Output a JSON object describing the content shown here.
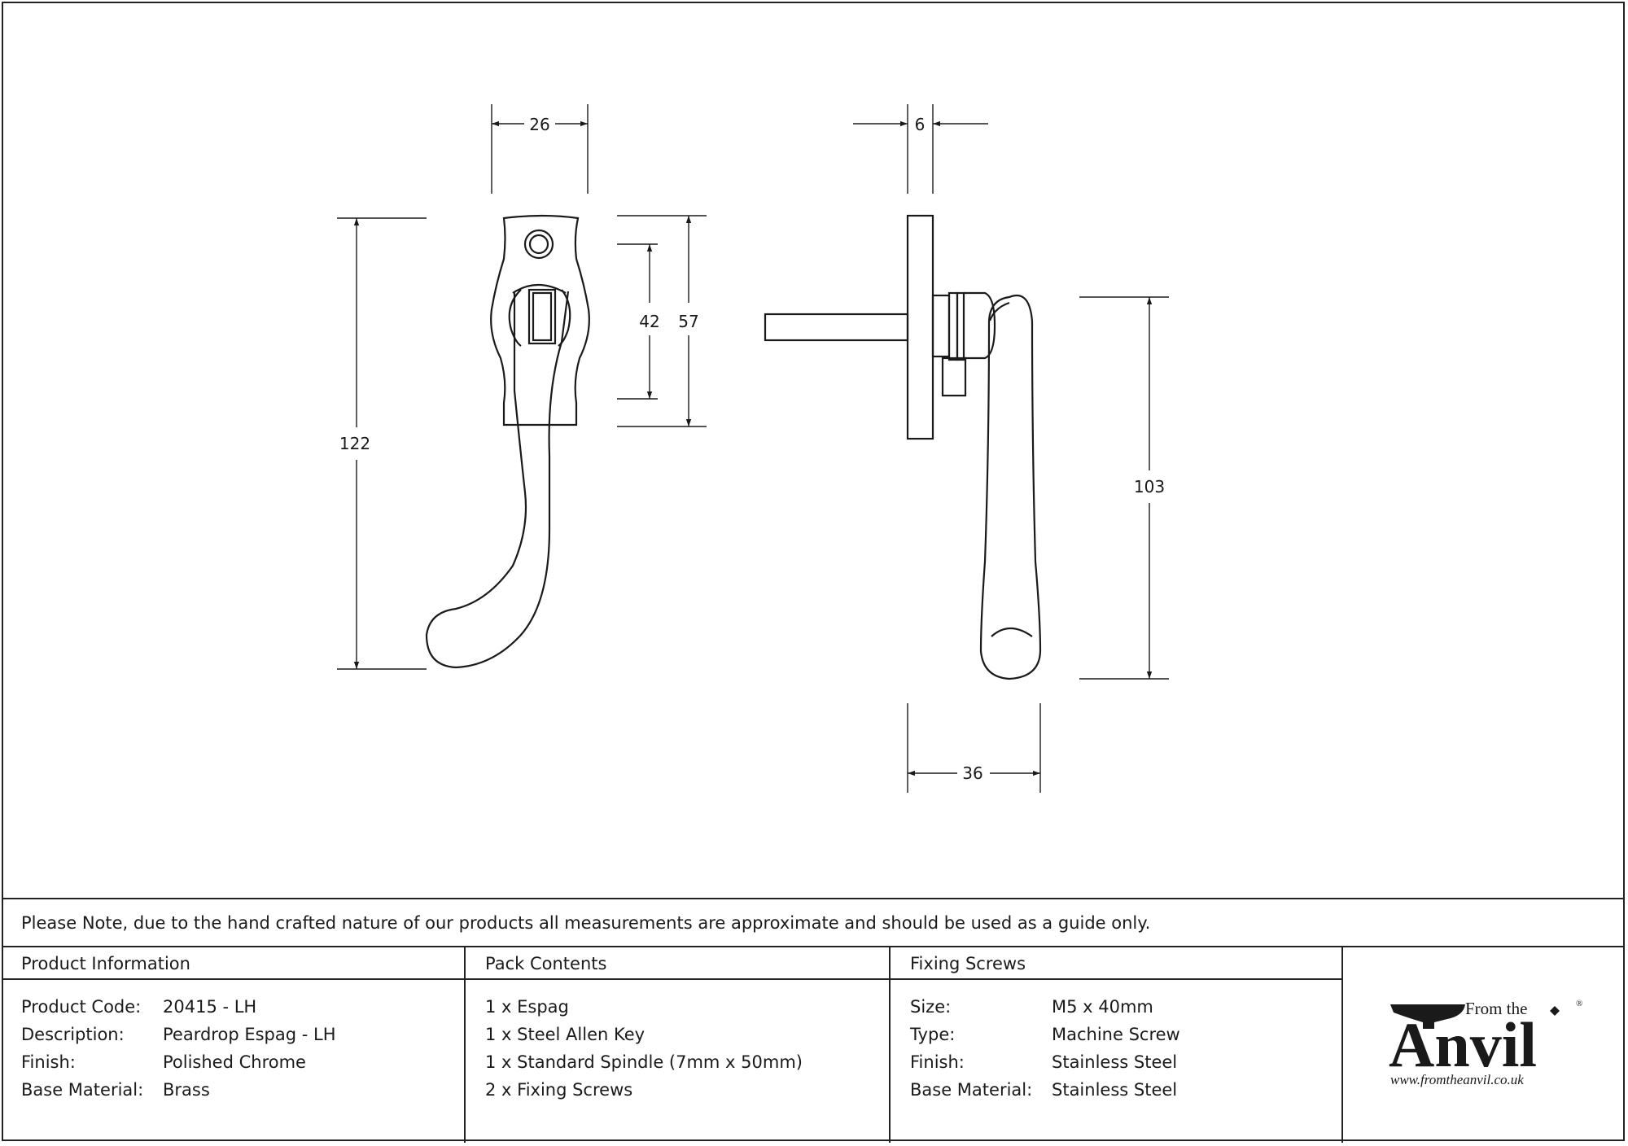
{
  "dimensions": {
    "front_width": "26",
    "side_plate_thickness": "6",
    "front_height": "122",
    "backplate_inner": "42",
    "backplate_outer": "57",
    "side_height": "103",
    "side_handle_width": "36"
  },
  "note": "Please Note, due to the hand crafted nature of our products all measurements are approximate and should be used as a guide only.",
  "product_information": {
    "heading": "Product Information",
    "rows": [
      {
        "label": "Product Code:",
        "value": "20415 - LH"
      },
      {
        "label": "Description:",
        "value": "Peardrop Espag - LH"
      },
      {
        "label": "Finish:",
        "value": "Polished Chrome"
      },
      {
        "label": "Base Material:",
        "value": "Brass"
      }
    ]
  },
  "pack_contents": {
    "heading": "Pack Contents",
    "items": [
      "1 x Espag",
      "1 x Steel Allen Key",
      "1 x Standard Spindle (7mm x 50mm)",
      "2 x Fixing Screws"
    ]
  },
  "fixing_screws": {
    "heading": "Fixing Screws",
    "rows": [
      {
        "label": "Size:",
        "value": "M5 x 40mm"
      },
      {
        "label": "Type:",
        "value": "Machine Screw"
      },
      {
        "label": "Finish:",
        "value": "Stainless Steel"
      },
      {
        "label": "Base Material:",
        "value": "Stainless Steel"
      }
    ]
  },
  "logo": {
    "from_the": "From the",
    "brand": "Anvil",
    "registered": "®",
    "website": "www.fromtheanvil.co.uk"
  }
}
